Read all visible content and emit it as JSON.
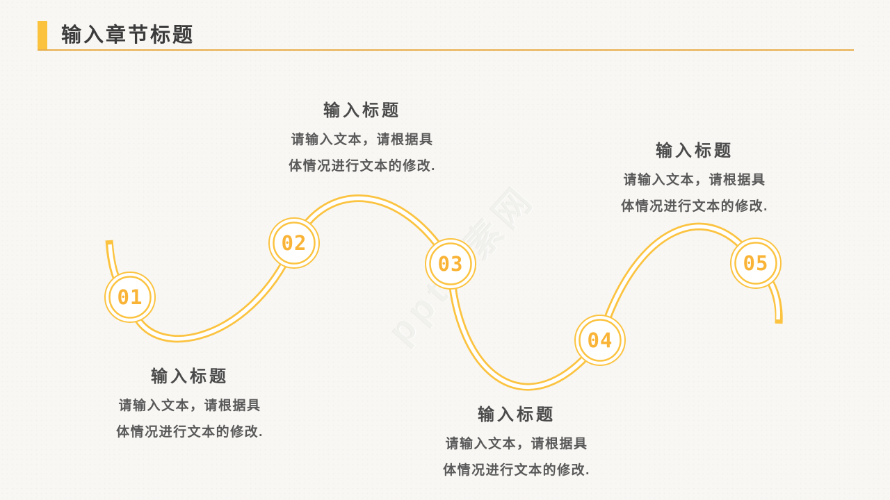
{
  "slide": {
    "header": {
      "title": "输入章节标题"
    },
    "watermark_text": "ppt元素网",
    "colors": {
      "accent_yellow": "#FBC340",
      "digit_yellow": "#F9B437",
      "header_rule_gold": "#E9AE4A",
      "header_title_text": "#3B3B3B",
      "block_title_text": "#4A4A4A",
      "body_text": "#595959",
      "background": "#F8F7F4"
    },
    "diagram": {
      "type": "5-step wavy flow path",
      "nodes": [
        {
          "number": "01"
        },
        {
          "number": "02"
        },
        {
          "number": "03"
        },
        {
          "number": "04"
        },
        {
          "number": "05"
        }
      ]
    },
    "text_blocks": [
      {
        "id": "above-step-2",
        "title": "输入标题",
        "line1": "请输入文本，请根据具",
        "line2": "体情况进行文本的修改."
      },
      {
        "id": "above-step-5",
        "title": "输入标题",
        "line1": "请输入文本，请根据具",
        "line2": "体情况进行文本的修改."
      },
      {
        "id": "below-step-1",
        "title": "输入标题",
        "line1": "请输入文本，请根据具",
        "line2": "体情况进行文本的修改."
      },
      {
        "id": "below-step-4",
        "title": "输入标题",
        "line1": "请输入文本，请根据具",
        "line2": "体情况进行文本的修改."
      }
    ]
  }
}
